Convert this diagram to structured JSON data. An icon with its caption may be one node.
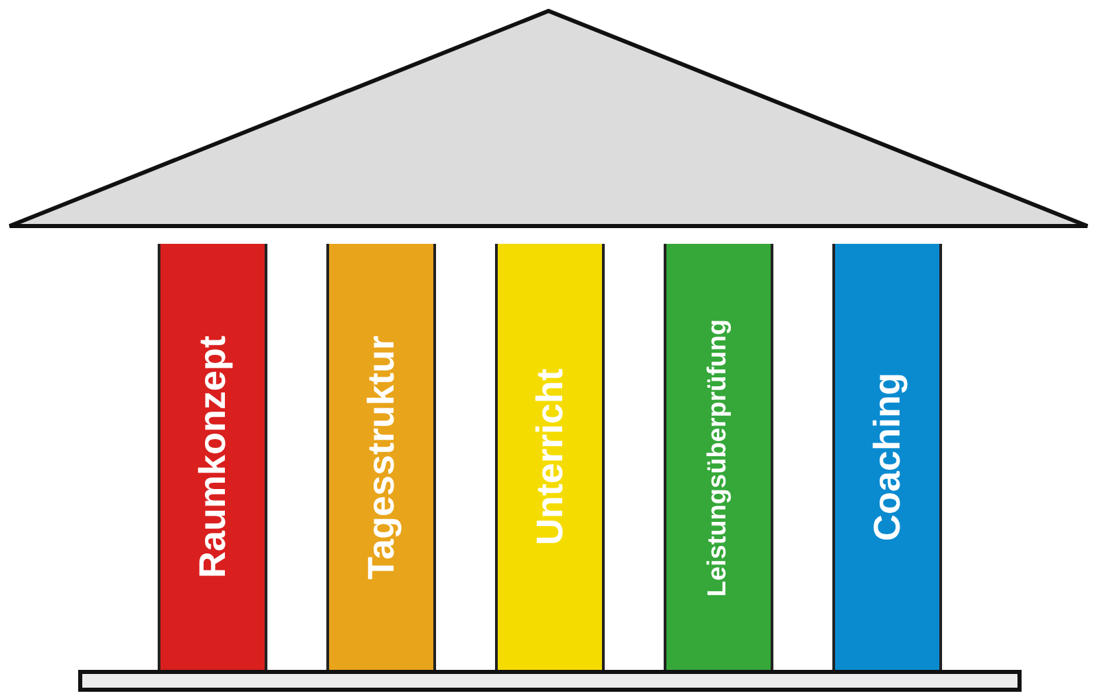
{
  "diagram": {
    "nodes": [
      {
        "text": [],
        "shape": "triangle"
      },
      {
        "text": [
          "Raumkonzept"
        ]
      },
      {
        "text": [
          "Tagesstruktur"
        ]
      },
      {
        "text": [
          "Unterricht"
        ]
      },
      {
        "text": [
          "Leistungsüberprüfung"
        ]
      },
      {
        "text": [
          "Coaching"
        ]
      },
      {
        "text": [],
        "shape": "bar"
      }
    ]
  }
}
